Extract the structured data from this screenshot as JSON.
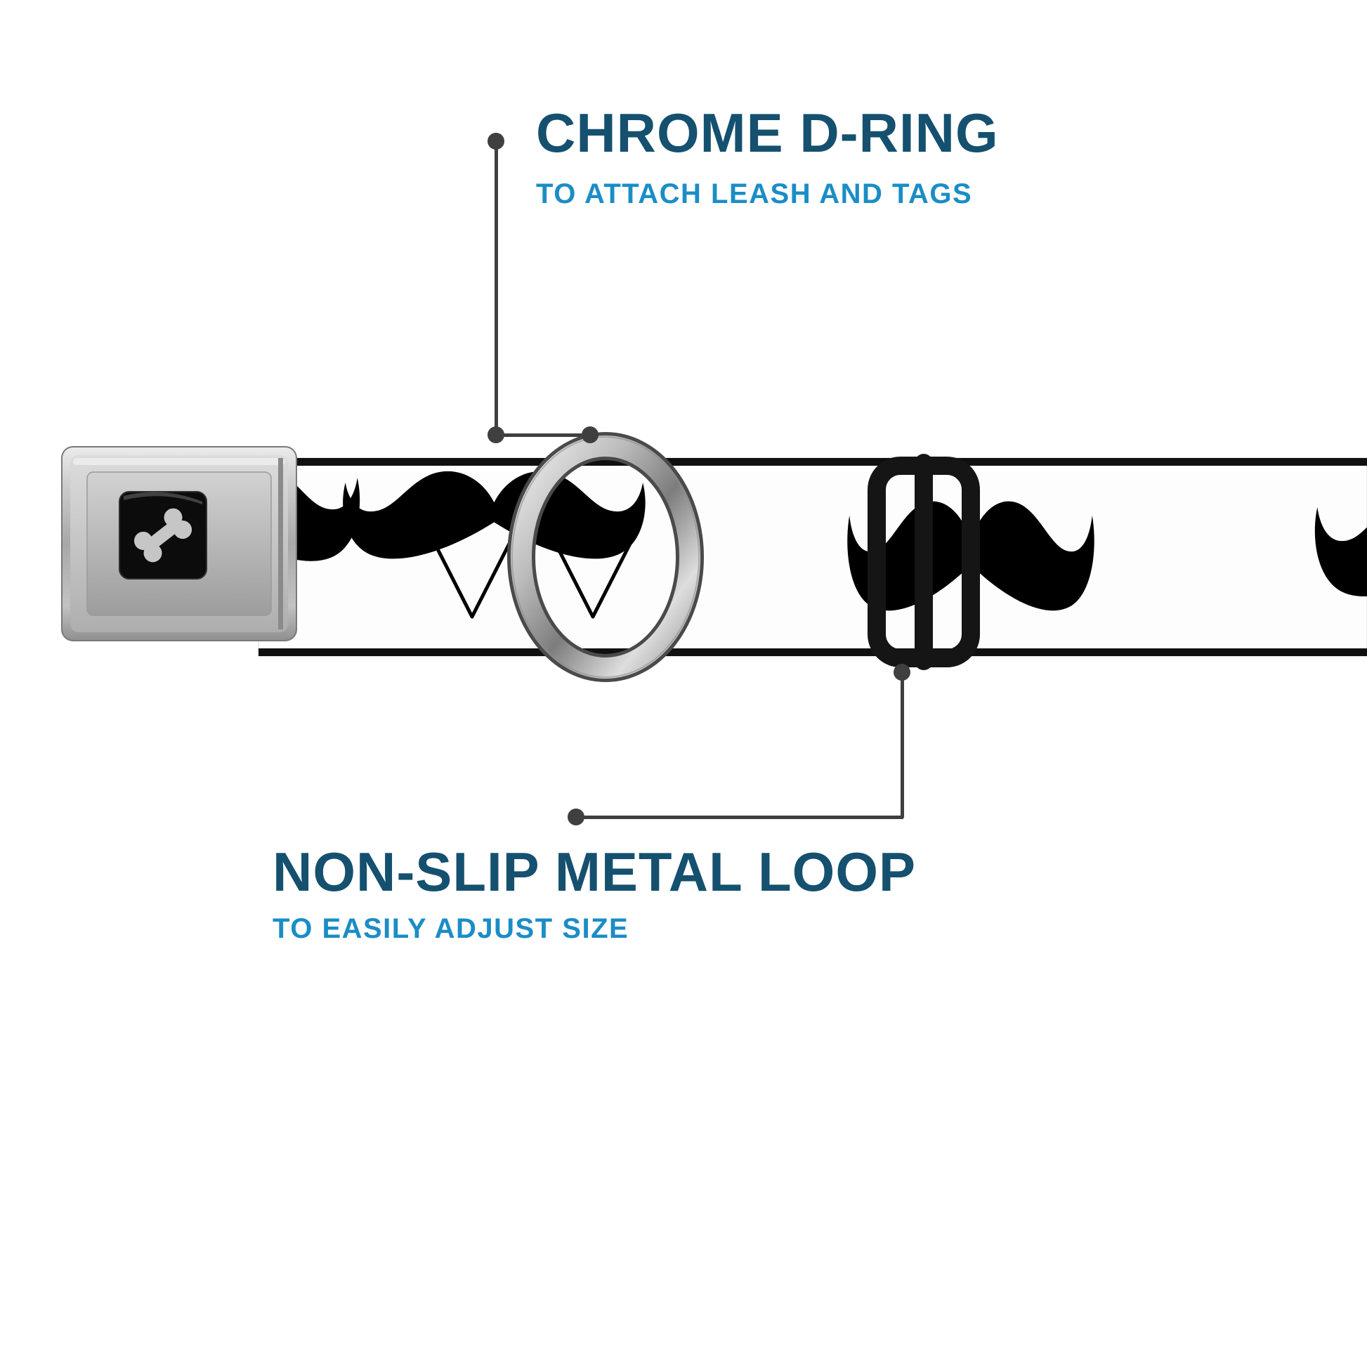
{
  "annotations": {
    "dring": {
      "title": "CHROME D-RING",
      "subtitle": "TO ATTACH LEASH AND TAGS"
    },
    "loop": {
      "title": "NON-SLIP METAL LOOP",
      "subtitle": "TO EASILY ADJUST SIZE"
    }
  },
  "colors": {
    "title_navy": "#15506f",
    "subtitle_blue": "#1b8dc6",
    "callout_gray": "#3f3f3f",
    "mustache_black": "#000000",
    "strap_white": "#ffffff",
    "buckle_silver": "#b5b5b5",
    "slider_black": "#151515"
  },
  "collar": {
    "pattern": "black mustaches on white webbing",
    "buckle_icon": "dog-bone-icon",
    "hardware": [
      "seatbelt-buckle",
      "chrome-d-ring",
      "metal-loop-slider"
    ]
  }
}
